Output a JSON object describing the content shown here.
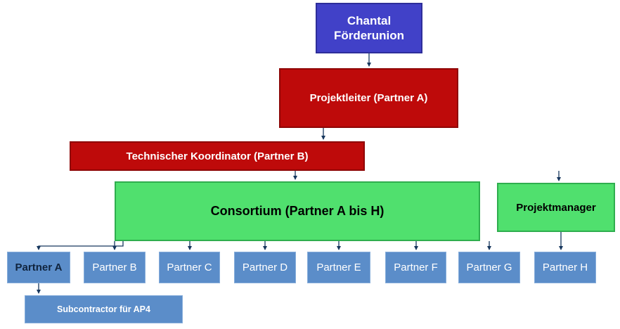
{
  "diagram": {
    "funder": {
      "label": "Chantal Förderunion"
    },
    "projektleiter": {
      "label": "Projektleiter (Partner A)"
    },
    "koordinator": {
      "label": "Technischer Koordinator (Partner B)"
    },
    "consortium": {
      "label": "Consortium (Partner A bis H)"
    },
    "projektmanager": {
      "label": "Projektmanager"
    },
    "partners": [
      {
        "label": "Partner A"
      },
      {
        "label": "Partner B"
      },
      {
        "label": "Partner C"
      },
      {
        "label": "Partner D"
      },
      {
        "label": "Partner E"
      },
      {
        "label": "Partner F"
      },
      {
        "label": "Partner G"
      },
      {
        "label": "Partner H"
      }
    ],
    "subcontractor": {
      "label": "Subcontractor für AP4"
    }
  },
  "colors": {
    "funder_fill": "#4141C8",
    "leader_fill": "#BE0A0A",
    "consortium_fill": "#50E06E",
    "partner_fill": "#5B8DC9",
    "connector": "#17375E"
  }
}
